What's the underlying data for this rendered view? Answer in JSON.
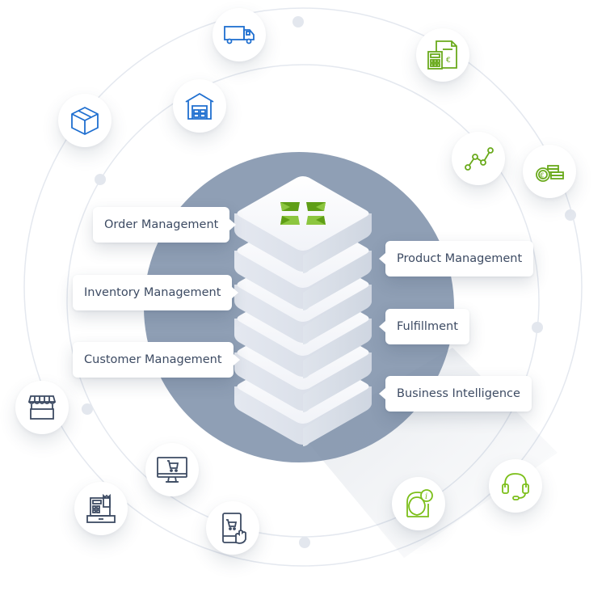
{
  "diagram": {
    "center": {
      "logo": "green-four-diamond-logo",
      "layers": 6
    },
    "labels_left": [
      {
        "text": "Order Management"
      },
      {
        "text": "Inventory Management"
      },
      {
        "text": "Customer Management"
      }
    ],
    "labels_right": [
      {
        "text": "Product Management"
      },
      {
        "text": "Fulfillment"
      },
      {
        "text": "Business Intelligence"
      }
    ],
    "orbit_icons": [
      {
        "icon": "delivery-truck-icon",
        "color": "#1f6fd0"
      },
      {
        "icon": "warehouse-icon",
        "color": "#1f6fd0"
      },
      {
        "icon": "package-box-icon",
        "color": "#1f6fd0"
      },
      {
        "icon": "accounting-calculator-invoice-icon",
        "color": "#6aaa1c"
      },
      {
        "icon": "line-chart-icon",
        "color": "#6aaa1c"
      },
      {
        "icon": "euro-coins-icon",
        "color": "#6aaa1c"
      },
      {
        "icon": "storefront-icon",
        "color": "#3d4b63"
      },
      {
        "icon": "desktop-cart-icon",
        "color": "#3d4b63"
      },
      {
        "icon": "cash-register-icon",
        "color": "#3d4b63"
      },
      {
        "icon": "mobile-cart-icon",
        "color": "#3d4b63"
      },
      {
        "icon": "customer-info-icon",
        "color": "#7cbf1a"
      },
      {
        "icon": "headset-support-icon",
        "color": "#7cbf1a"
      }
    ],
    "colors": {
      "backdrop_circle": "#8f9fb5",
      "ring_line": "#e2e6ee",
      "ring_dot": "#e3e7ee",
      "label_text": "#3d4b63",
      "blue_icons": "#1f6fd0",
      "green_icons": "#6aaa1c",
      "dark_icons": "#3d4b63"
    }
  }
}
